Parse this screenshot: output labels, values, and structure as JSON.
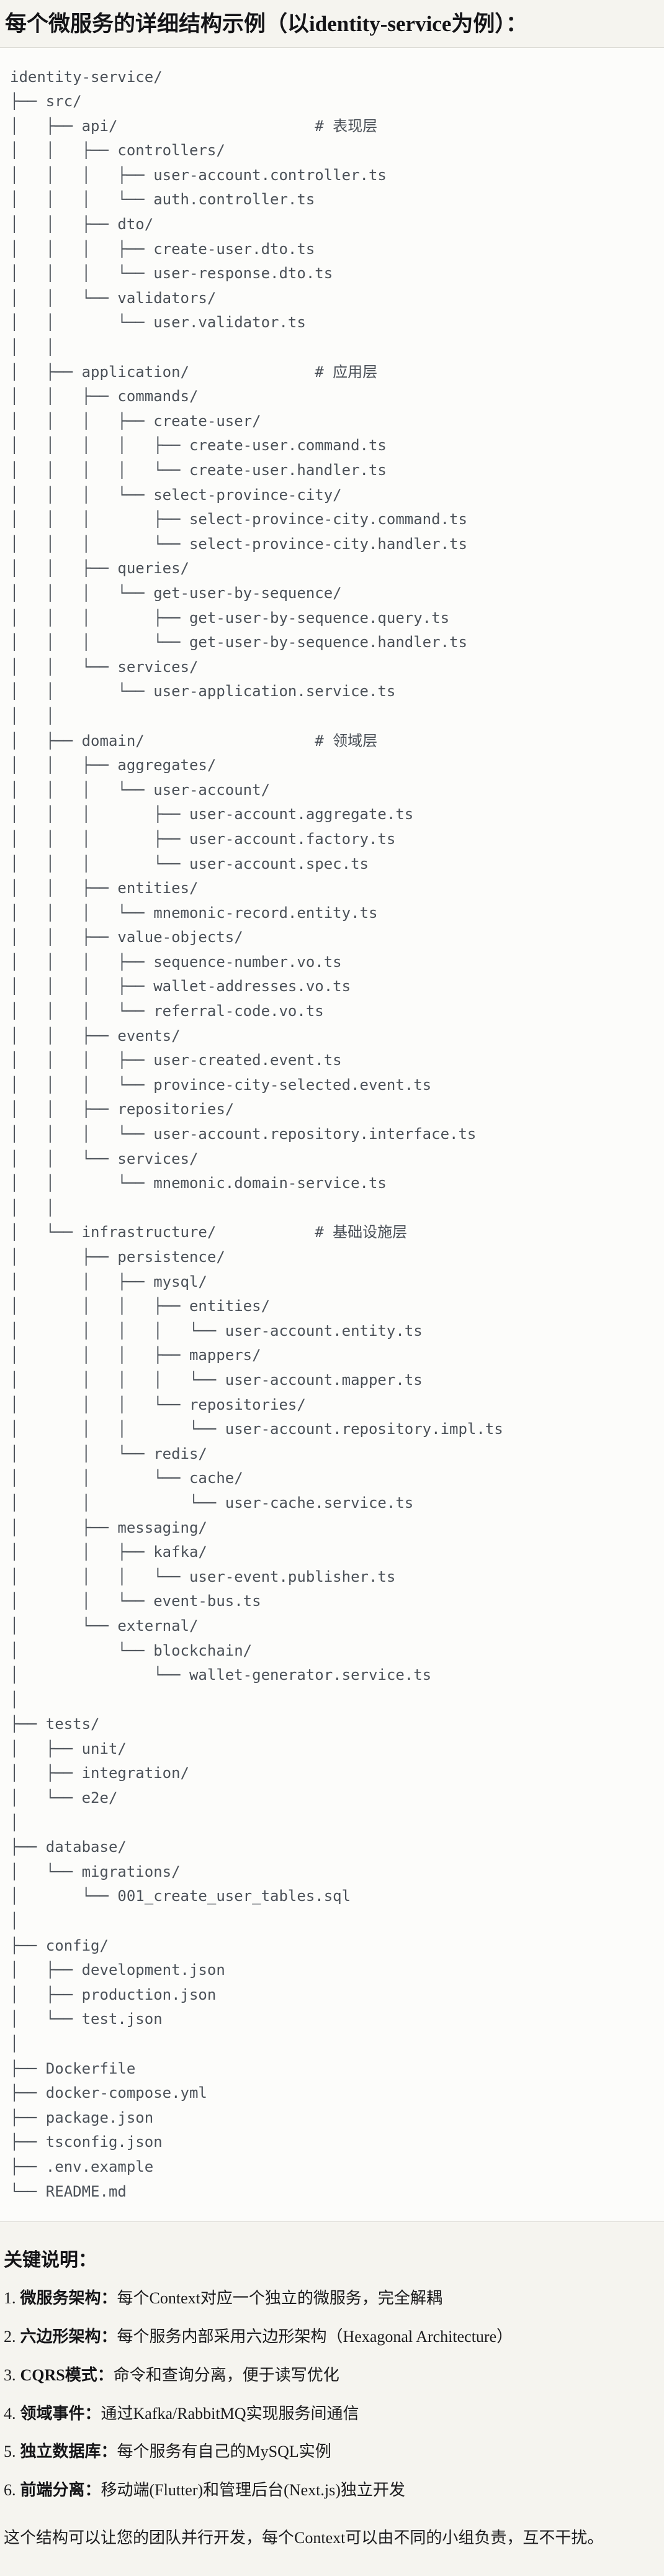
{
  "title": "每个微服务的详细结构示例（以identity-service为例）：",
  "colors": {
    "page_background": "#f5f4ef",
    "code_background": "#fcfcfa",
    "code_border": "#dcdbd5",
    "code_text": "#4b5158",
    "body_text": "#1b1b1d"
  },
  "tree": {
    "lines": [
      "identity-service/",
      "├── src/",
      "│   ├── api/                      # 表现层",
      "│   │   ├── controllers/",
      "│   │   │   ├── user-account.controller.ts",
      "│   │   │   └── auth.controller.ts",
      "│   │   ├── dto/",
      "│   │   │   ├── create-user.dto.ts",
      "│   │   │   └── user-response.dto.ts",
      "│   │   └── validators/",
      "│   │       └── user.validator.ts",
      "│   │",
      "│   ├── application/              # 应用层",
      "│   │   ├── commands/",
      "│   │   │   ├── create-user/",
      "│   │   │   │   ├── create-user.command.ts",
      "│   │   │   │   └── create-user.handler.ts",
      "│   │   │   └── select-province-city/",
      "│   │   │       ├── select-province-city.command.ts",
      "│   │   │       └── select-province-city.handler.ts",
      "│   │   ├── queries/",
      "│   │   │   └── get-user-by-sequence/",
      "│   │   │       ├── get-user-by-sequence.query.ts",
      "│   │   │       └── get-user-by-sequence.handler.ts",
      "│   │   └── services/",
      "│   │       └── user-application.service.ts",
      "│   │",
      "│   ├── domain/                   # 领域层",
      "│   │   ├── aggregates/",
      "│   │   │   └── user-account/",
      "│   │   │       ├── user-account.aggregate.ts",
      "│   │   │       ├── user-account.factory.ts",
      "│   │   │       └── user-account.spec.ts",
      "│   │   ├── entities/",
      "│   │   │   └── mnemonic-record.entity.ts",
      "│   │   ├── value-objects/",
      "│   │   │   ├── sequence-number.vo.ts",
      "│   │   │   ├── wallet-addresses.vo.ts",
      "│   │   │   └── referral-code.vo.ts",
      "│   │   ├── events/",
      "│   │   │   ├── user-created.event.ts",
      "│   │   │   └── province-city-selected.event.ts",
      "│   │   ├── repositories/",
      "│   │   │   └── user-account.repository.interface.ts",
      "│   │   └── services/",
      "│   │       └── mnemonic.domain-service.ts",
      "│   │",
      "│   └── infrastructure/           # 基础设施层",
      "│       ├── persistence/",
      "│       │   ├── mysql/",
      "│       │   │   ├── entities/",
      "│       │   │   │   └── user-account.entity.ts",
      "│       │   │   ├── mappers/",
      "│       │   │   │   └── user-account.mapper.ts",
      "│       │   │   └── repositories/",
      "│       │   │       └── user-account.repository.impl.ts",
      "│       │   └── redis/",
      "│       │       └── cache/",
      "│       │           └── user-cache.service.ts",
      "│       ├── messaging/",
      "│       │   ├── kafka/",
      "│       │   │   └── user-event.publisher.ts",
      "│       │   └── event-bus.ts",
      "│       └── external/",
      "│           └── blockchain/",
      "│               └── wallet-generator.service.ts",
      "│",
      "├── tests/",
      "│   ├── unit/",
      "│   ├── integration/",
      "│   └── e2e/",
      "│",
      "├── database/",
      "│   └── migrations/",
      "│       └── 001_create_user_tables.sql",
      "│",
      "├── config/",
      "│   ├── development.json",
      "│   ├── production.json",
      "│   └── test.json",
      "│",
      "├── Dockerfile",
      "├── docker-compose.yml",
      "├── package.json",
      "├── tsconfig.json",
      "├── .env.example",
      "└── README.md"
    ]
  },
  "notes": {
    "heading": "关键说明：",
    "items": [
      {
        "num": "1.",
        "term": "微服务架构：",
        "desc": "每个Context对应一个独立的微服务，完全解耦"
      },
      {
        "num": "2.",
        "term": "六边形架构：",
        "desc": "每个服务内部采用六边形架构（Hexagonal Architecture）"
      },
      {
        "num": "3.",
        "term": "CQRS模式：",
        "desc": "命令和查询分离，便于读写优化"
      },
      {
        "num": "4.",
        "term": "领域事件：",
        "desc": "通过Kafka/RabbitMQ实现服务间通信"
      },
      {
        "num": "5.",
        "term": "独立数据库：",
        "desc": "每个服务有自己的MySQL实例"
      },
      {
        "num": "6.",
        "term": "前端分离：",
        "desc": "移动端(Flutter)和管理后台(Next.js)独立开发"
      }
    ],
    "closing": "这个结构可以让您的团队并行开发，每个Context可以由不同的小组负责，互不干扰。"
  }
}
